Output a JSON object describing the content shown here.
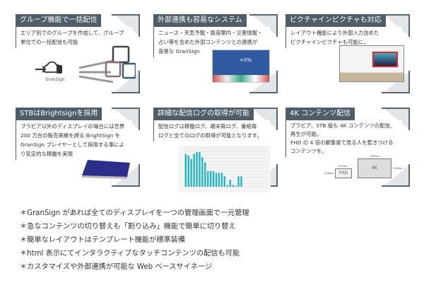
{
  "cards": [
    {
      "title": "グループ機能で一括配信",
      "lines": [
        "エリア別でのグループを作成して、グループ",
        "単位での一括配信も可能"
      ],
      "img_label": "GranSign"
    },
    {
      "title": "外部連携も容易なシステム",
      "lines": [
        "ニュース・天気予報・鉄道案内・災害情報・",
        "占い等を含めた外部コンテンツとの連携が",
        "容易な GranSign"
      ],
      "img_label": "+0%"
    },
    {
      "title": "ピクチャインピクチャも対応",
      "lines": [
        "レイアウト機能により外部入力含めた",
        "ピクチャインピクチャも可能に。"
      ]
    },
    {
      "title": "STBはBrightsignを採用",
      "lines": [
        "ブラビア以外のディスプレイの場合には世界",
        "200 万台の販売実績を誇る BrightSign を",
        "GranSign プレイヤーとして採用する事によ",
        "り安定的な稼働を実現"
      ]
    },
    {
      "title": "詳細な配信ログの取得が可能",
      "lines": [
        "配信ログは稼働ログ、端末毎ログ、番組毎",
        "ログと全てのログの取得が可能となります。"
      ]
    },
    {
      "title": "4K コンテンツ配信",
      "lines": [
        "ブラビア、STB 版も 4K コンテンツの配信、",
        "再生が可能。",
        "FHD の 4 倍の解像度で見る人を惹きつける",
        "コンテンツを。"
      ],
      "diagram": {
        "fhd": "FHD",
        "k4": "4K",
        "w1": "1920px",
        "h1": "1080px",
        "w2": "3840px",
        "h2": "2160px"
      }
    }
  ],
  "chart_data": {
    "type": "bar",
    "values": [
      19,
      18,
      16,
      19,
      20,
      20,
      17,
      14,
      9,
      9,
      9,
      8,
      8,
      8,
      6,
      1,
      4,
      1,
      0.5,
      6,
      6,
      0,
      0,
      0,
      0,
      0,
      0,
      0,
      0,
      0
    ],
    "ylim": [
      0,
      22
    ],
    "color": "#1fb5c4"
  },
  "bullets": [
    "＊GranSign があれば全てのディスプレイを一つの管理画面で一元管理",
    "＊急なコンテンツの切り替えも「割り込み」機能で簡単に切り替え",
    "＊簡単なレイアウトはテンプレート機能が標準装備",
    "＊html 表示にてインタラクティブなタッチコンテンツの配信も可能",
    "＊カスタマイズや外部連携が可能な Web ベースサイネージ"
  ]
}
